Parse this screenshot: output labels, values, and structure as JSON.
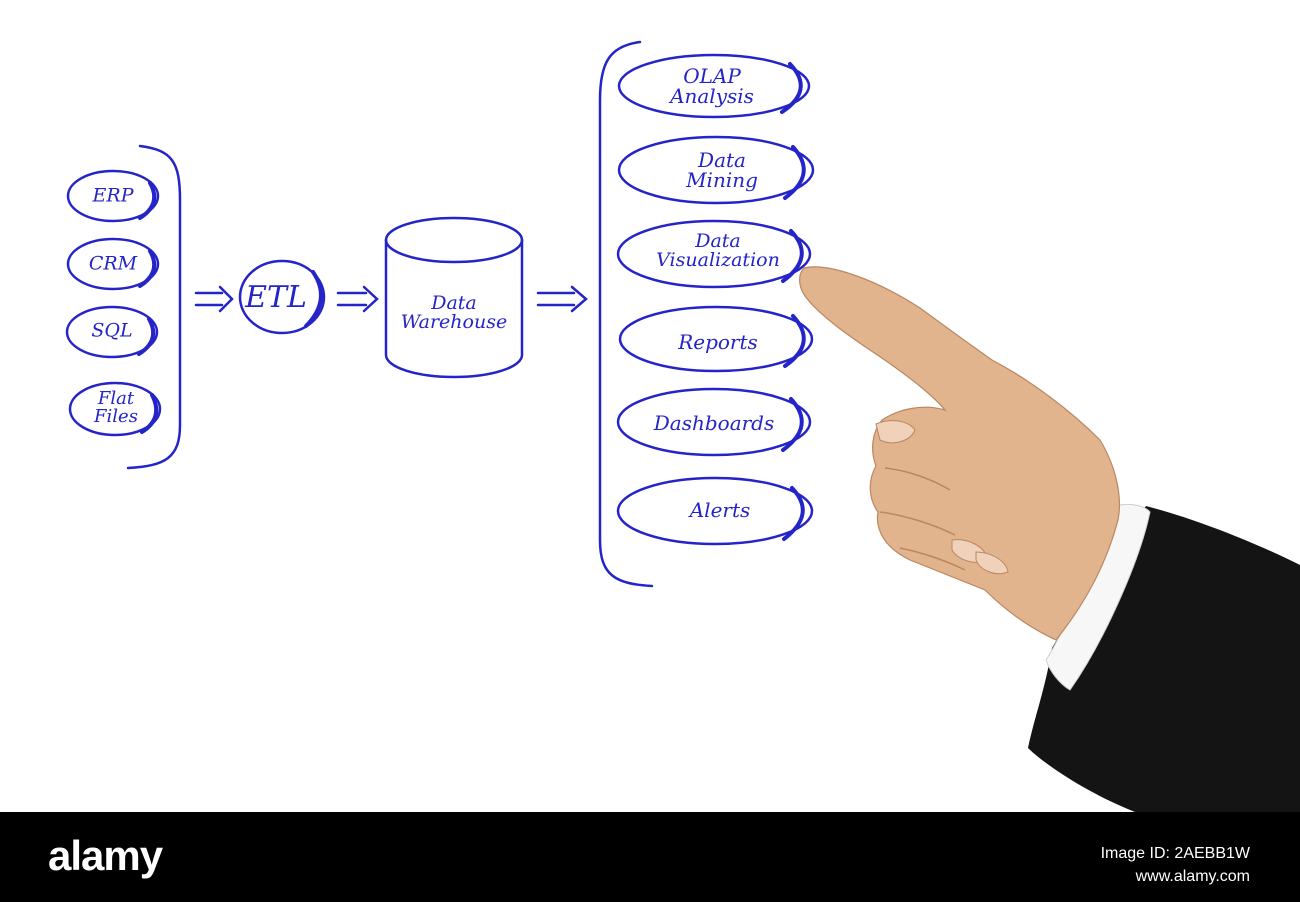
{
  "colors": {
    "ink": "#2424c8",
    "skin": "#e2b48e",
    "suit": "#141414",
    "cuff": "#f7f7f7",
    "footer_bg": "#000000"
  },
  "sources": [
    {
      "label": "ERP"
    },
    {
      "label": "CRM"
    },
    {
      "label": "SQL"
    },
    {
      "label": "Flat\nFiles"
    }
  ],
  "etl": {
    "label": "ETL"
  },
  "warehouse": {
    "label": "Data\nWarehouse"
  },
  "outputs": [
    {
      "label": "OLAP\nAnalysis"
    },
    {
      "label": "Data\nMining"
    },
    {
      "label": "Data\nVisualization"
    },
    {
      "label": "Reports"
    },
    {
      "label": "Dashboards"
    },
    {
      "label": "Alerts"
    }
  ],
  "footer": {
    "brand": "alamy",
    "image_id": "Image ID: 2AEBB1W",
    "site": "www.alamy.com"
  }
}
